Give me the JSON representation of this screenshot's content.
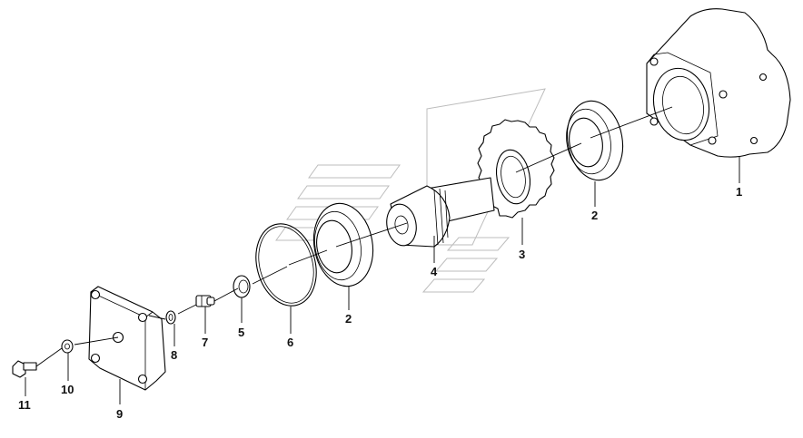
{
  "diagram": {
    "callouts": [
      {
        "id": "c1",
        "label": "1"
      },
      {
        "id": "c2a",
        "label": "2"
      },
      {
        "id": "c3",
        "label": "3"
      },
      {
        "id": "c4",
        "label": "4"
      },
      {
        "id": "c2b",
        "label": "2"
      },
      {
        "id": "c5",
        "label": "5"
      },
      {
        "id": "c6",
        "label": "6"
      },
      {
        "id": "c7",
        "label": "7"
      },
      {
        "id": "c8",
        "label": "8"
      },
      {
        "id": "c9",
        "label": "9"
      },
      {
        "id": "c10",
        "label": "10"
      },
      {
        "id": "c11",
        "label": "11"
      }
    ]
  }
}
